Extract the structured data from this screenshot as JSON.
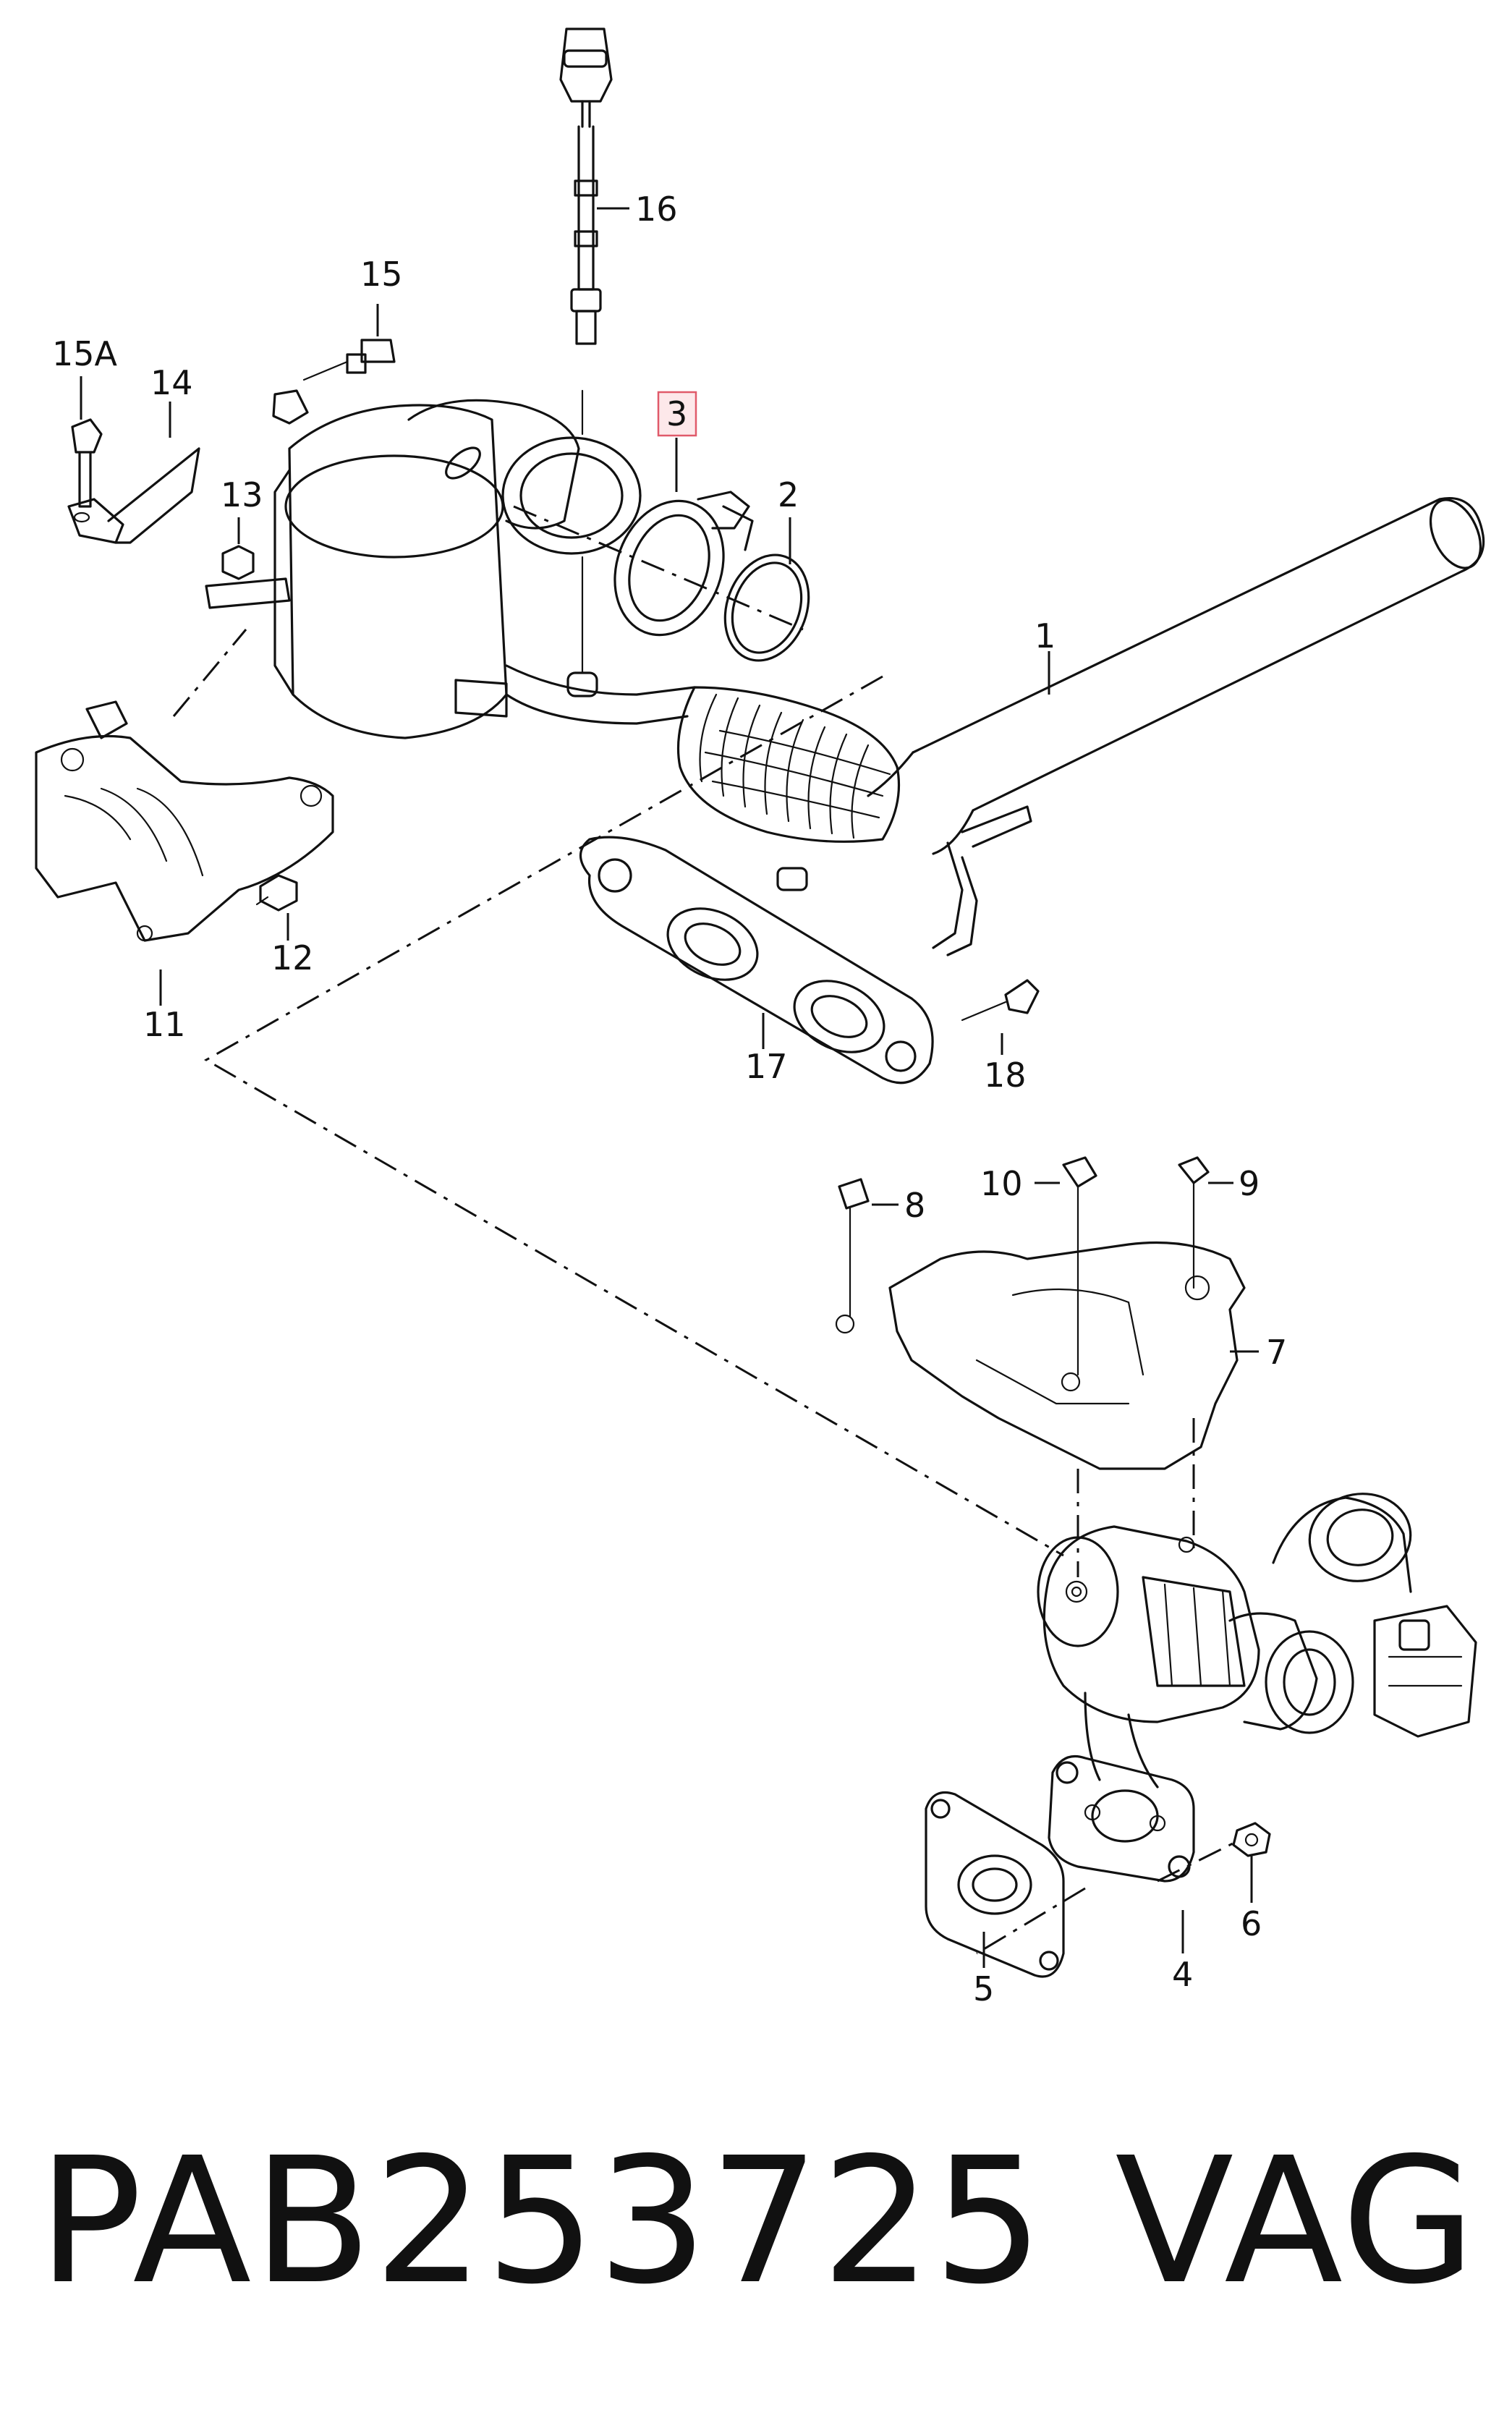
{
  "diagram": {
    "highlight_color": "#e05a6a",
    "callouts": [
      {
        "label": "1"
      },
      {
        "label": "2"
      },
      {
        "label": "3",
        "highlighted": true
      },
      {
        "label": "4"
      },
      {
        "label": "5"
      },
      {
        "label": "6"
      },
      {
        "label": "7"
      },
      {
        "label": "8"
      },
      {
        "label": "9"
      },
      {
        "label": "10"
      },
      {
        "label": "11"
      },
      {
        "label": "12"
      },
      {
        "label": "13"
      },
      {
        "label": "14"
      },
      {
        "label": "15"
      },
      {
        "label": "15A"
      },
      {
        "label": "16"
      },
      {
        "label": "17"
      },
      {
        "label": "18"
      }
    ]
  },
  "caption": {
    "part_number": "PAB253725",
    "brand": "VAG"
  }
}
